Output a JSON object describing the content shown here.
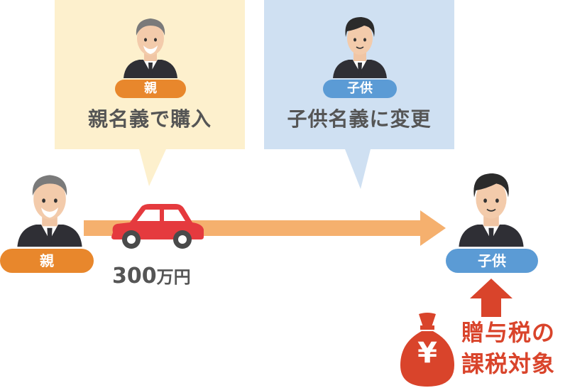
{
  "parent_bubble": {
    "badge": "親",
    "caption": "親名義で購入"
  },
  "child_bubble": {
    "badge": "子供",
    "caption": "子供名義に変更"
  },
  "parent_label": "親",
  "child_label": "子供",
  "amount": {
    "number": "300",
    "unit": "万円"
  },
  "money_bag_symbol": "¥",
  "tax_note": {
    "line1": "贈与税の",
    "line2": "課税対象"
  },
  "colors": {
    "parent_bubble_bg": "#fdf0cd",
    "child_bubble_bg": "#cfe0f2",
    "orange": "#e8872c",
    "blue": "#5b9bd5",
    "arrow": "#f5b06e",
    "car": "#e53a3e",
    "tax_red": "#d9442b"
  }
}
